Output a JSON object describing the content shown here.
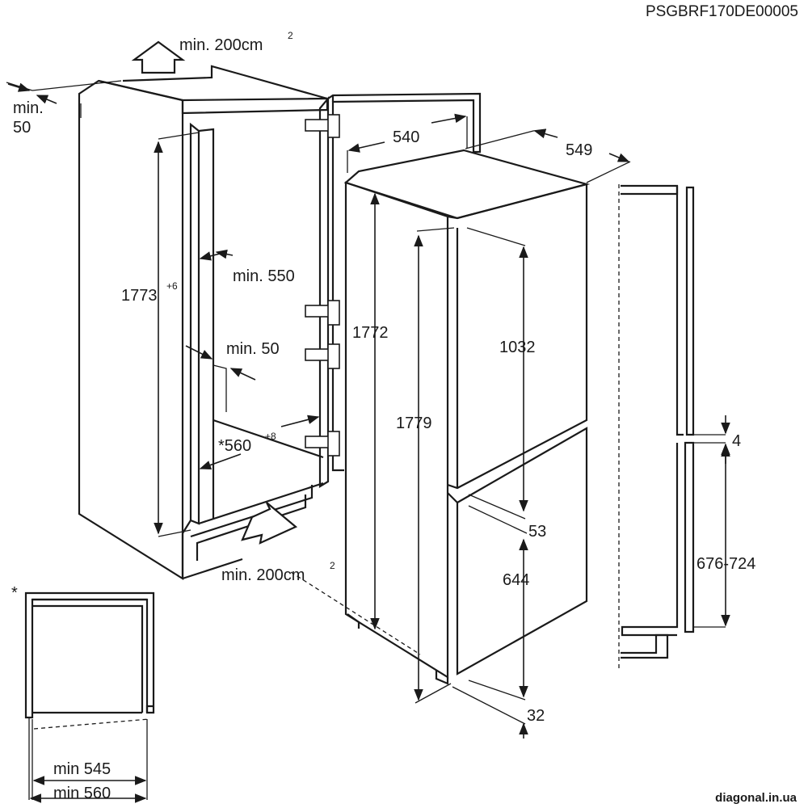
{
  "header": {
    "code": "PSGBRF170DE00005"
  },
  "watermark": "diagonal.in.ua",
  "labels": {
    "vent_top": "min. 200cm",
    "vent_top_sup": "2",
    "vent_bottom": "min. 200cm",
    "vent_bottom_sup": "2",
    "gap_back_a": "min.",
    "gap_back_b": "50",
    "niche_height": "1773",
    "niche_height_sup": "+6",
    "niche_depth": "min. 550",
    "niche_gap": "min. 50",
    "niche_width": "*560",
    "niche_width_sup": "+8",
    "width": "540",
    "depth": "549",
    "height_body": "1772",
    "height_total": "1779",
    "fridge_door": "1032",
    "gap_doors": "53",
    "freezer_door": "644",
    "base_gap": "32",
    "panel_gap": "4",
    "panel_height": "676-724",
    "asterisk": "*",
    "min_545": "min 545",
    "min_560": "min 560"
  }
}
